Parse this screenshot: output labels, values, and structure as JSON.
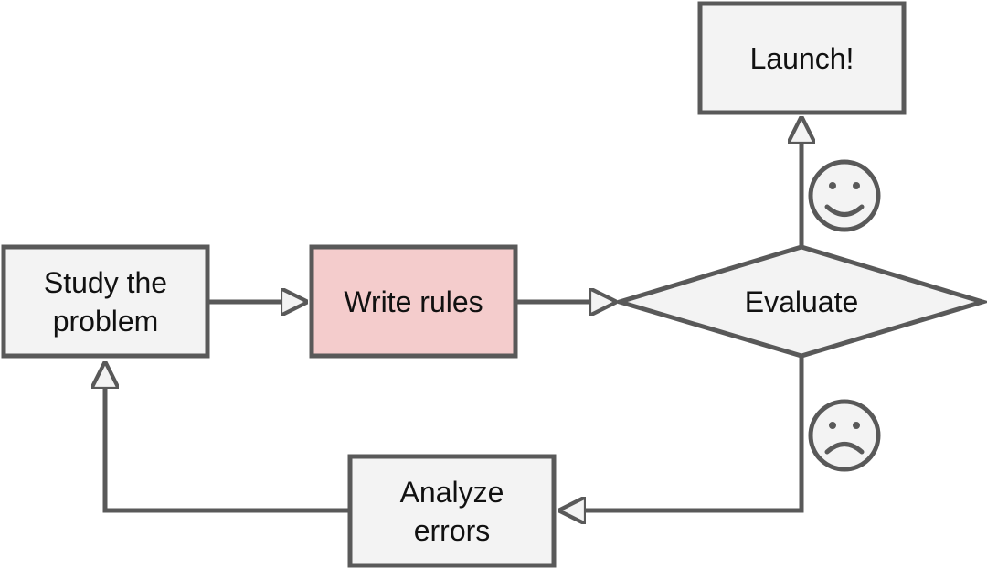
{
  "nodes": {
    "study": {
      "label": "Study the\nproblem"
    },
    "write": {
      "label": "Write rules"
    },
    "evaluate": {
      "label": "Evaluate"
    },
    "launch": {
      "label": "Launch!"
    },
    "analyze": {
      "label": "Analyze\nerrors"
    }
  },
  "colors": {
    "stroke": "#595959",
    "box_fill": "#f3f3f3",
    "highlight_fill": "#f4cccc",
    "text": "#111111"
  },
  "icons": {
    "success": "happy-face-icon",
    "failure": "sad-face-icon"
  }
}
